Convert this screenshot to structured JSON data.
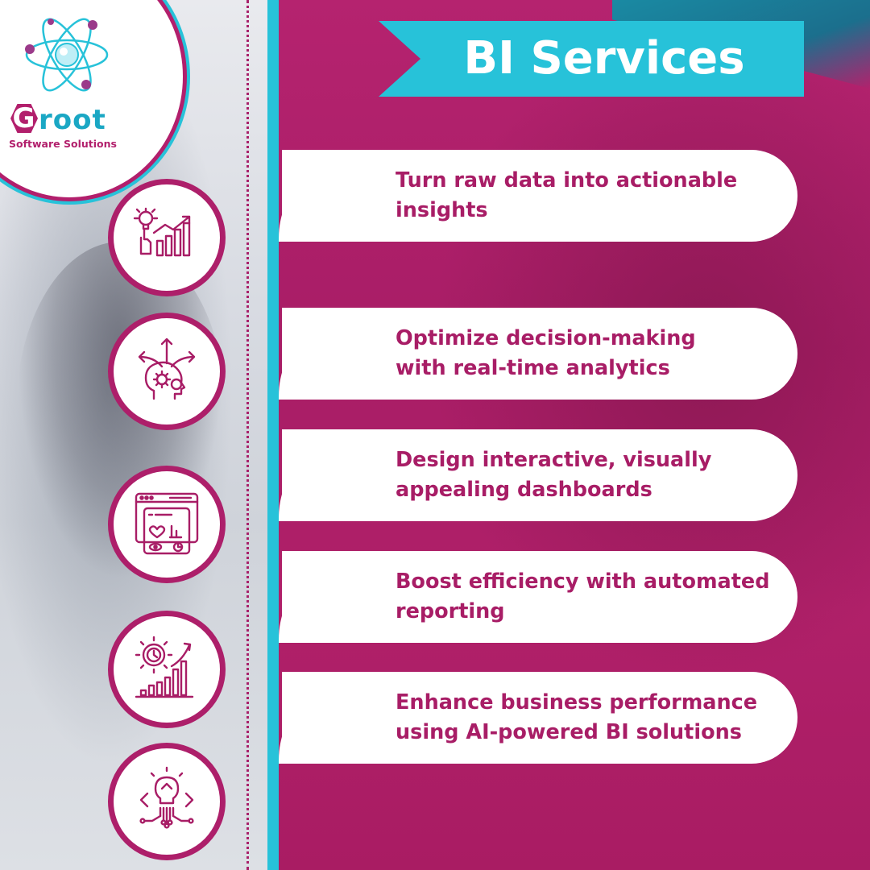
{
  "brand": {
    "logo_letter": "G",
    "logo_word": "root",
    "tagline": "Software Solutions"
  },
  "title": "BI Services",
  "colors": {
    "magenta": "#a81d66",
    "cyan": "#27c2d9",
    "white": "#ffffff"
  },
  "services": [
    {
      "line1": "Turn raw data into actionable",
      "line2": "insights",
      "icon": "bulb-growth-chart-icon"
    },
    {
      "line1": "Optimize decision-making",
      "line2": "with real-time analytics",
      "icon": "head-gear-arrows-icon"
    },
    {
      "line1": "Design interactive, visually",
      "line2": "appealing dashboards",
      "icon": "dashboard-window-icon"
    },
    {
      "line1": "Boost efficiency with automated",
      "line2": "reporting",
      "icon": "gear-clock-bar-growth-icon"
    },
    {
      "line1": "Enhance business performance",
      "line2": "using AI-powered BI solutions",
      "icon": "ai-bulb-circuit-icon"
    }
  ]
}
